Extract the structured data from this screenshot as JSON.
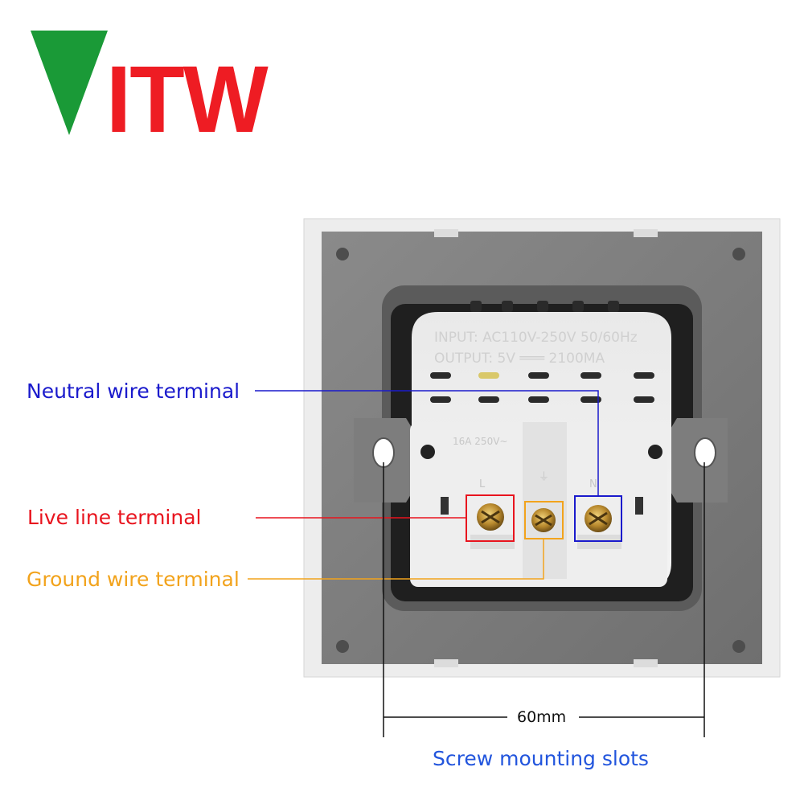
{
  "logo": {
    "text": "ITW",
    "text_color": "#ee1c23",
    "triangle_color": "#1a9a37"
  },
  "product": {
    "rating_text": "16A 250V~",
    "input_text": "INPUT: AC110V-250V 50/60Hz",
    "output_text": "OUTPUT: 5V ═══ 2100MA",
    "terminal_marks": {
      "live": "L",
      "neutral": "N",
      "earth": "⏚"
    }
  },
  "callouts": {
    "neutral": {
      "label": "Neutral wire terminal",
      "color": "#1a1acc"
    },
    "live": {
      "label": "Live line terminal",
      "color": "#e8141e"
    },
    "ground": {
      "label": "Ground wire terminal",
      "color": "#f2a31c"
    }
  },
  "dimension": {
    "label": "60mm",
    "caption": "Screw mounting slots",
    "caption_color": "#2255dd"
  }
}
